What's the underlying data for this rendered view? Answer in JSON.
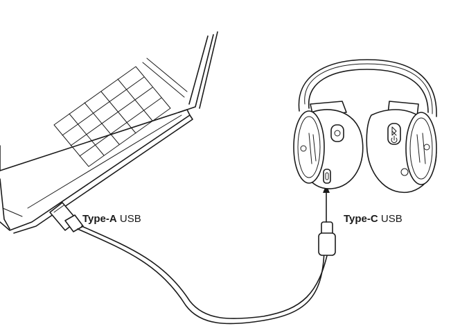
{
  "labels": {
    "type_a": {
      "strong": "Type-A",
      "rest": " USB"
    },
    "type_c": {
      "strong": "Type-C",
      "rest": " USB"
    }
  },
  "colors": {
    "line": "#1a1a1a",
    "background": "#ffffff"
  },
  "icons": [
    "laptop-icon",
    "headphones-icon",
    "usb-cable-icon",
    "bluetooth-icon",
    "power-icon",
    "usb-c-port-icon"
  ]
}
